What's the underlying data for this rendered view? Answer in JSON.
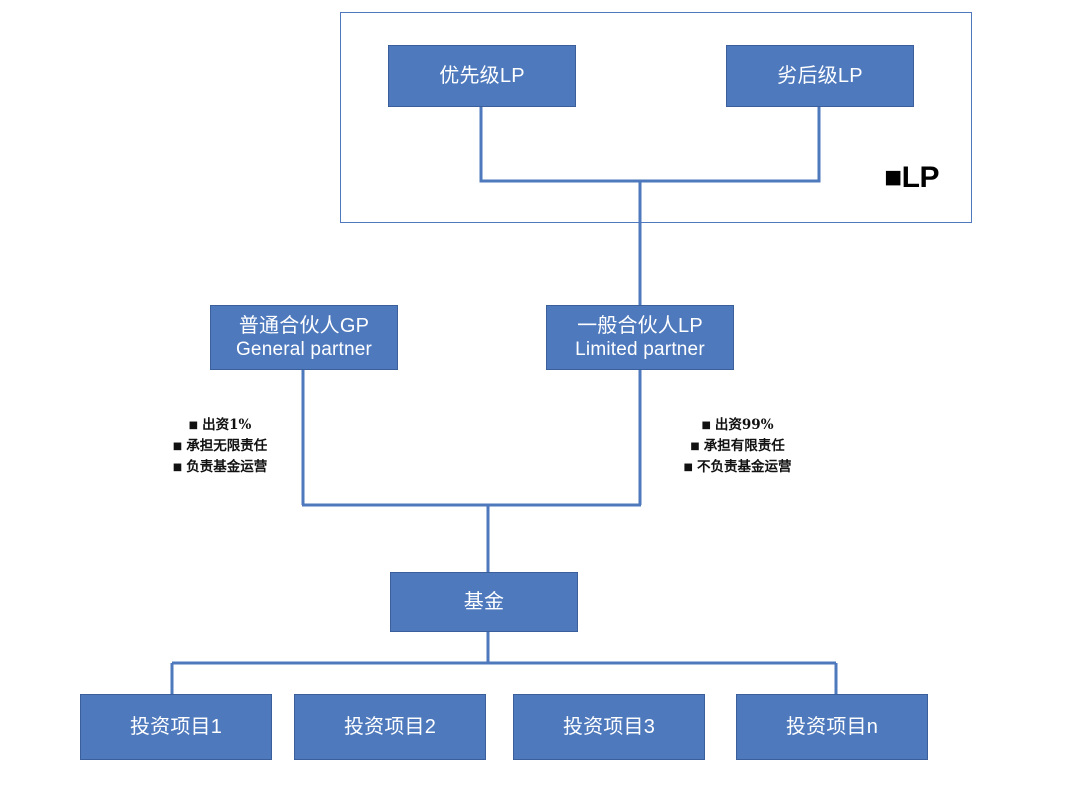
{
  "diagram": {
    "title_text": "",
    "colors": {
      "box_fill": "#4E79BD",
      "box_border": "#3B5F9B",
      "connector": "#4E79BD",
      "frame": "#4E79BD",
      "box_text": "#FFFFFF",
      "bullet_text": "#111111",
      "legend_text": "#000000",
      "background": "#FFFFFF"
    },
    "lp_group": {
      "legend_label": "■LP",
      "legend_marker": "black-square-icon",
      "members": [
        {
          "label": "优先级LP"
        },
        {
          "label": "劣后级LP"
        }
      ]
    },
    "partners": [
      {
        "id": "gp",
        "line1": "普通合伙人GP",
        "line2": "General partner",
        "bullets": [
          "出资1%",
          "承担无限责任",
          "负责基金运营"
        ]
      },
      {
        "id": "lp",
        "line1": "一般合伙人LP",
        "line2": "Limited partner",
        "bullets": [
          "出资99%",
          "承担有限责任",
          "不负责基金运营"
        ]
      }
    ],
    "fund": {
      "label": "基金"
    },
    "projects": [
      {
        "label": "投资项目1"
      },
      {
        "label": "投资项目2"
      },
      {
        "label": "投资项目3"
      },
      {
        "label": "投资项目n"
      }
    ]
  }
}
